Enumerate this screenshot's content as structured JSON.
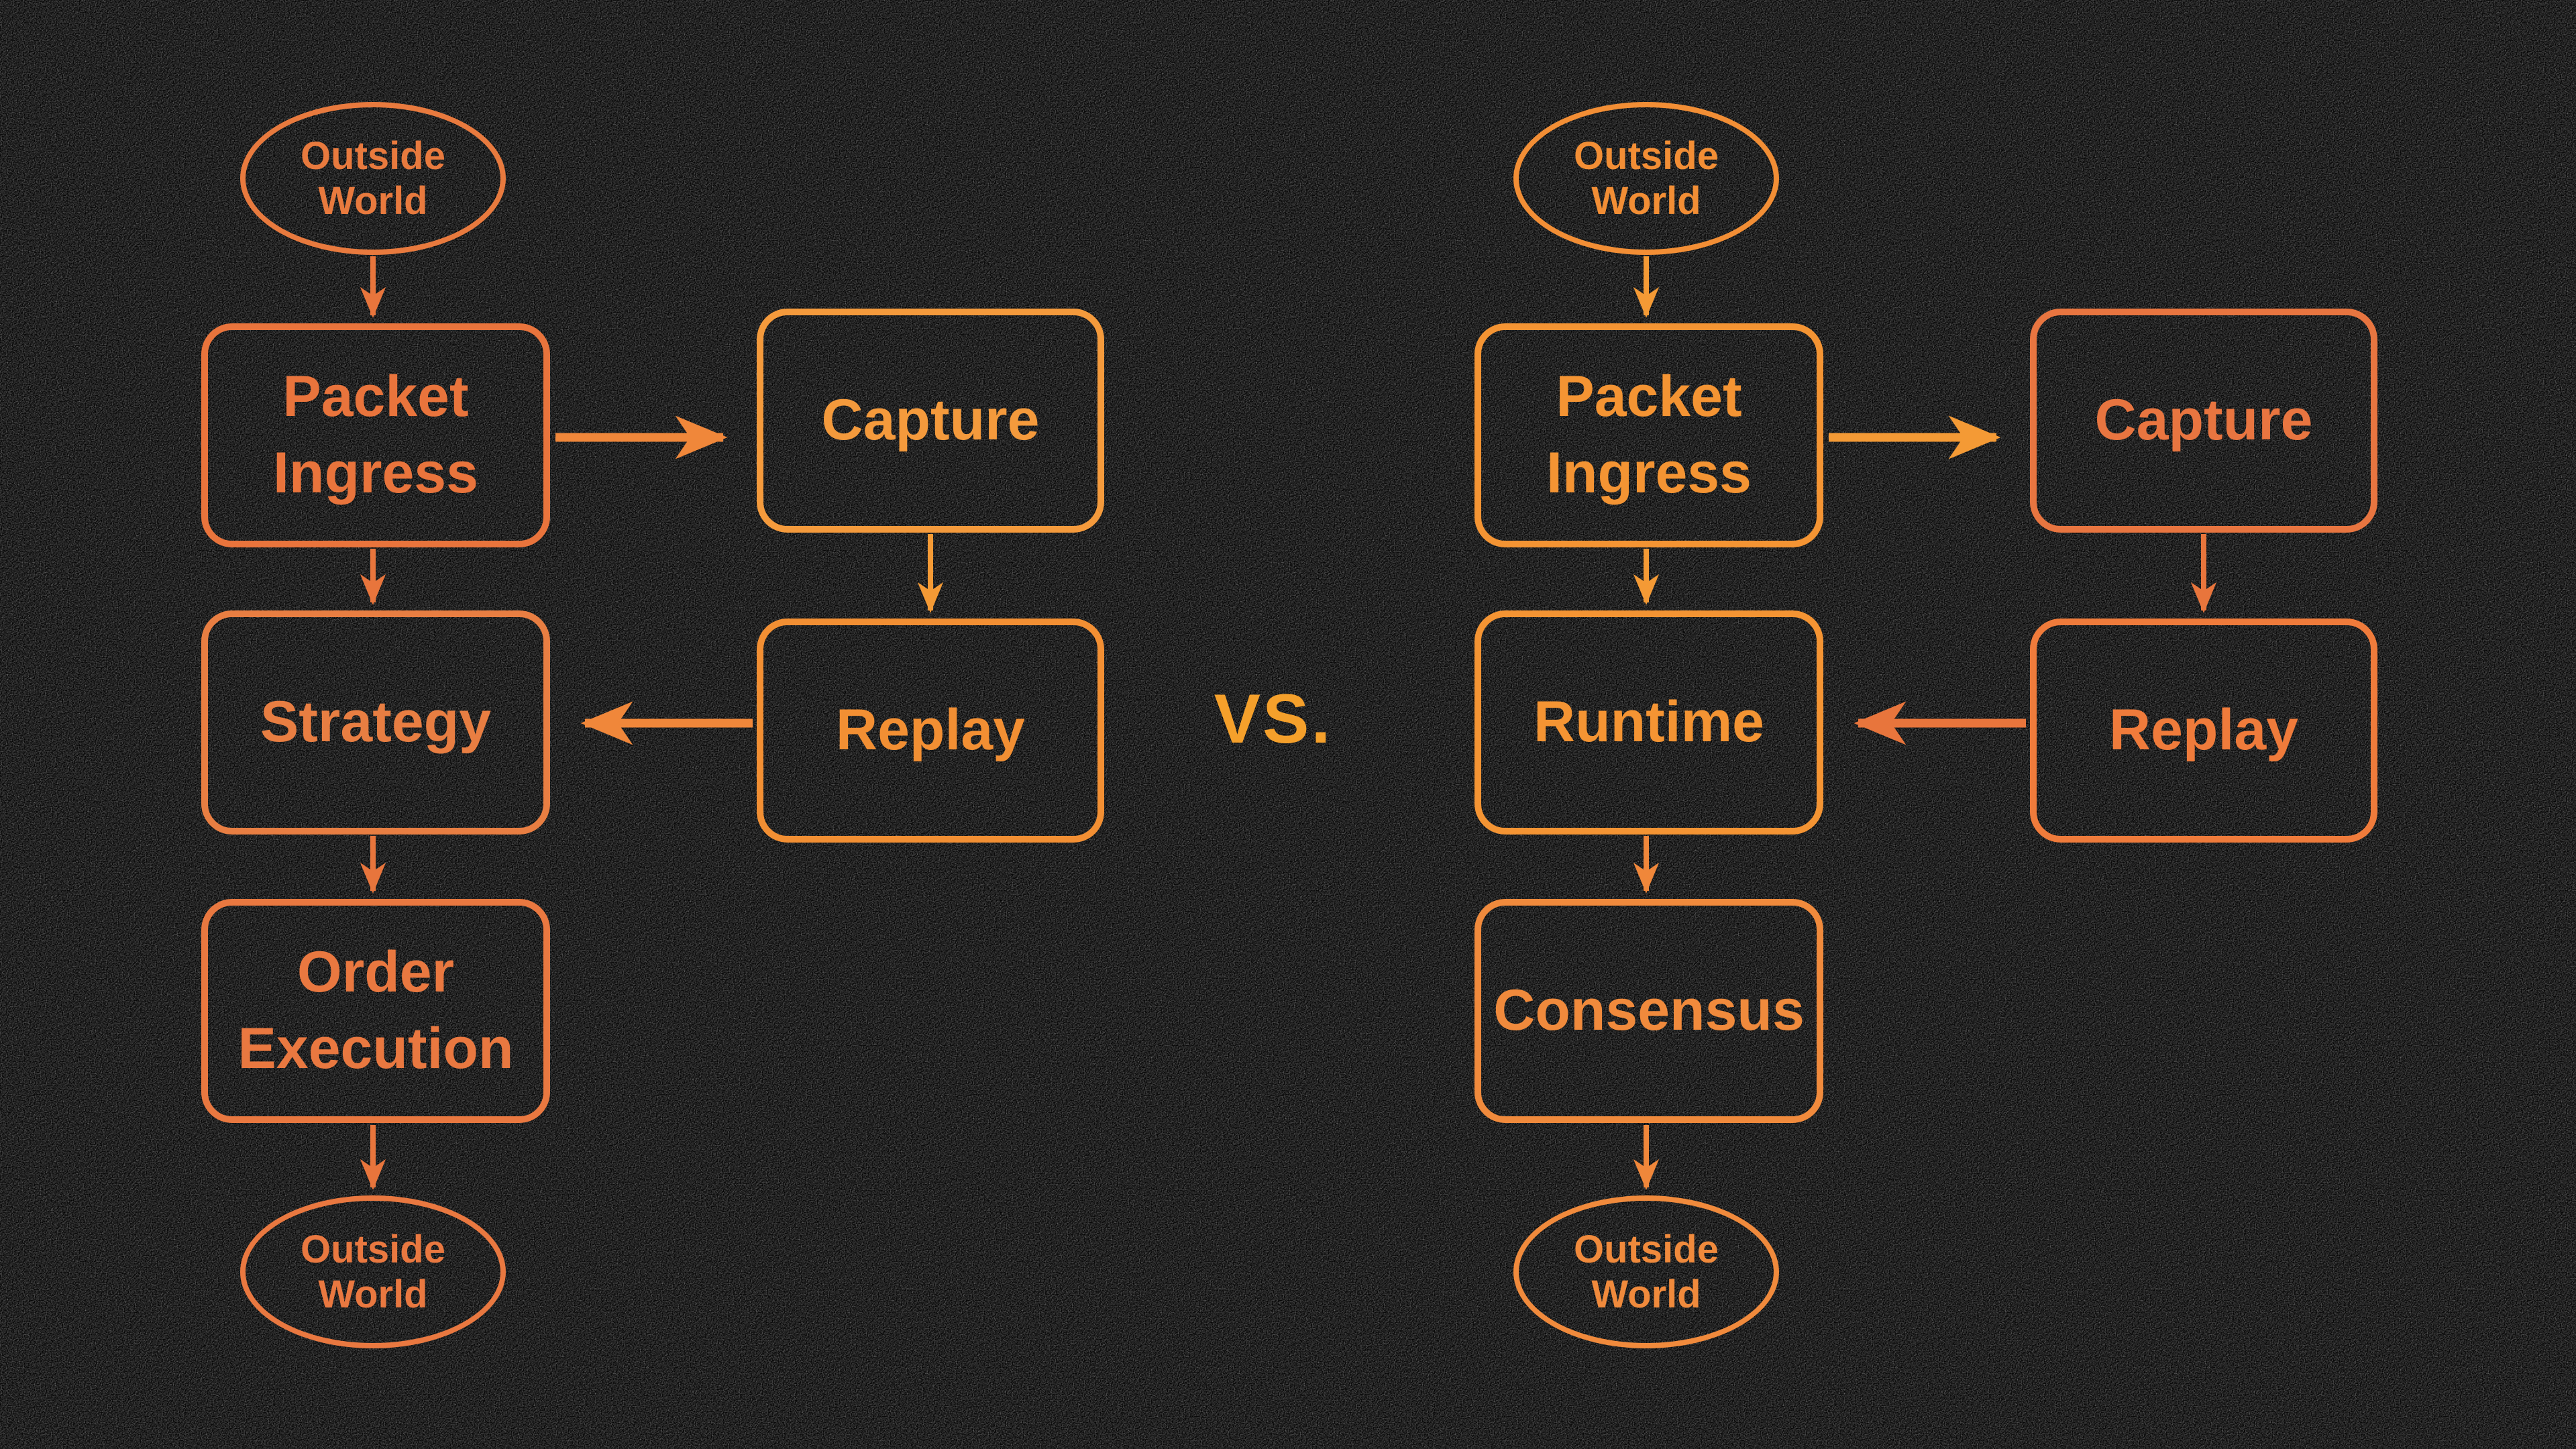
{
  "vs": {
    "label": "VS."
  },
  "colors": {
    "background": "#050505",
    "arrow_warm": "#E8753C",
    "arrow_mid": "#F0873A",
    "arrow_gold": "#F49A35",
    "vs_text": "#F5A02B"
  },
  "left": {
    "nodes": {
      "outside_world_top": {
        "label": "Outside World",
        "color": "#E87A3E"
      },
      "packet_ingress": {
        "label": "Packet Ingress",
        "color": "#E9743C"
      },
      "capture": {
        "label": "Capture",
        "color": "#F49A3C"
      },
      "strategy": {
        "label": "Strategy",
        "color": "#E87E42"
      },
      "replay": {
        "label": "Replay",
        "color": "#F28F33"
      },
      "order_execution": {
        "label": "Order Execution",
        "color": "#E97840"
      },
      "outside_world_bottom": {
        "label": "Outside World",
        "color": "#E97840"
      }
    },
    "edges": [
      {
        "from": "outside_world_top",
        "to": "packet_ingress",
        "tone": "warm",
        "size": "small"
      },
      {
        "from": "packet_ingress",
        "to": "capture",
        "tone": "mid",
        "size": "big"
      },
      {
        "from": "packet_ingress",
        "to": "strategy",
        "tone": "warm",
        "size": "small"
      },
      {
        "from": "capture",
        "to": "replay",
        "tone": "gold",
        "size": "small"
      },
      {
        "from": "replay",
        "to": "strategy",
        "tone": "mid",
        "size": "big"
      },
      {
        "from": "strategy",
        "to": "order_execution",
        "tone": "warm",
        "size": "small"
      },
      {
        "from": "order_execution",
        "to": "outside_world_bottom",
        "tone": "warm",
        "size": "small"
      }
    ]
  },
  "right": {
    "nodes": {
      "outside_world_top": {
        "label": "Outside World",
        "color": "#F28E35"
      },
      "packet_ingress": {
        "label": "Packet Ingress",
        "color": "#F49433"
      },
      "capture": {
        "label": "Capture",
        "color": "#E87540"
      },
      "runtime": {
        "label": "Runtime",
        "color": "#F49433"
      },
      "replay": {
        "label": "Replay",
        "color": "#EF7B3B"
      },
      "consensus": {
        "label": "Consensus",
        "color": "#F08A3C"
      },
      "outside_world_bottom": {
        "label": "Outside World",
        "color": "#F08A3C"
      }
    },
    "edges": [
      {
        "from": "outside_world_top",
        "to": "packet_ingress",
        "tone": "gold",
        "size": "small"
      },
      {
        "from": "packet_ingress",
        "to": "capture",
        "tone": "gold",
        "size": "big"
      },
      {
        "from": "packet_ingress",
        "to": "runtime",
        "tone": "gold",
        "size": "small"
      },
      {
        "from": "capture",
        "to": "replay",
        "tone": "warm",
        "size": "small"
      },
      {
        "from": "replay",
        "to": "runtime",
        "tone": "warm",
        "size": "big"
      },
      {
        "from": "runtime",
        "to": "consensus",
        "tone": "mid",
        "size": "small"
      },
      {
        "from": "consensus",
        "to": "outside_world_bottom",
        "tone": "mid",
        "size": "small"
      }
    ]
  }
}
